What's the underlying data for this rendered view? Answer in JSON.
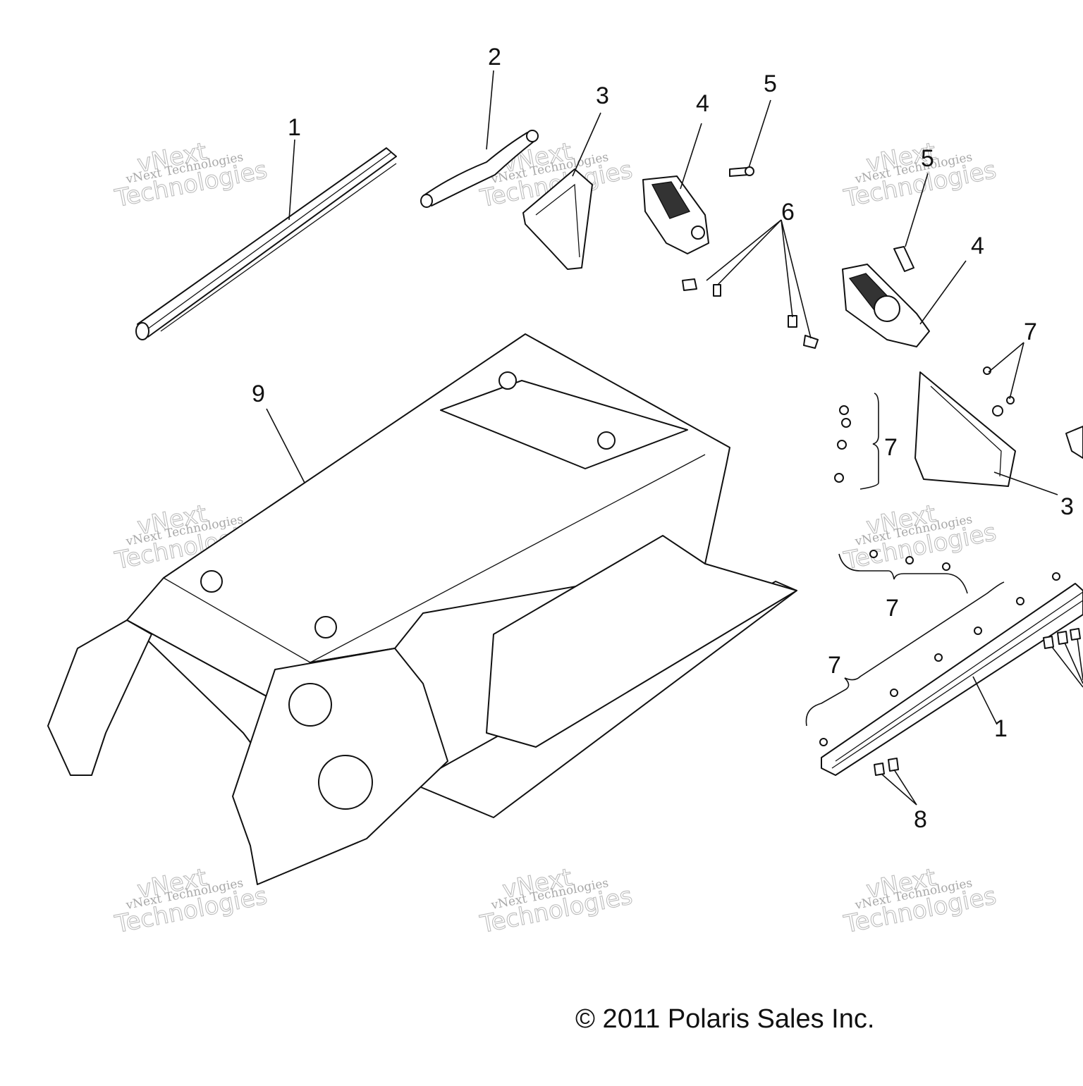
{
  "callouts": [
    {
      "id": "c1a",
      "text": "1"
    },
    {
      "id": "c2",
      "text": "2"
    },
    {
      "id": "c3a",
      "text": "3"
    },
    {
      "id": "c4a",
      "text": "4"
    },
    {
      "id": "c5a",
      "text": "5"
    },
    {
      "id": "c5b",
      "text": "5"
    },
    {
      "id": "c6",
      "text": "6"
    },
    {
      "id": "c4b",
      "text": "4"
    },
    {
      "id": "c7a",
      "text": "7"
    },
    {
      "id": "c9",
      "text": "9"
    },
    {
      "id": "c7b",
      "text": "7"
    },
    {
      "id": "c3b",
      "text": "3"
    },
    {
      "id": "c7c",
      "text": "7"
    },
    {
      "id": "c7d",
      "text": "7"
    },
    {
      "id": "c1b",
      "text": "1"
    },
    {
      "id": "c8",
      "text": "8"
    }
  ],
  "copyright": "© 2011 Polaris Sales Inc.",
  "watermark": {
    "line1": "vNext Technologies",
    "line2": "vNext",
    "line3": "Technologies"
  }
}
